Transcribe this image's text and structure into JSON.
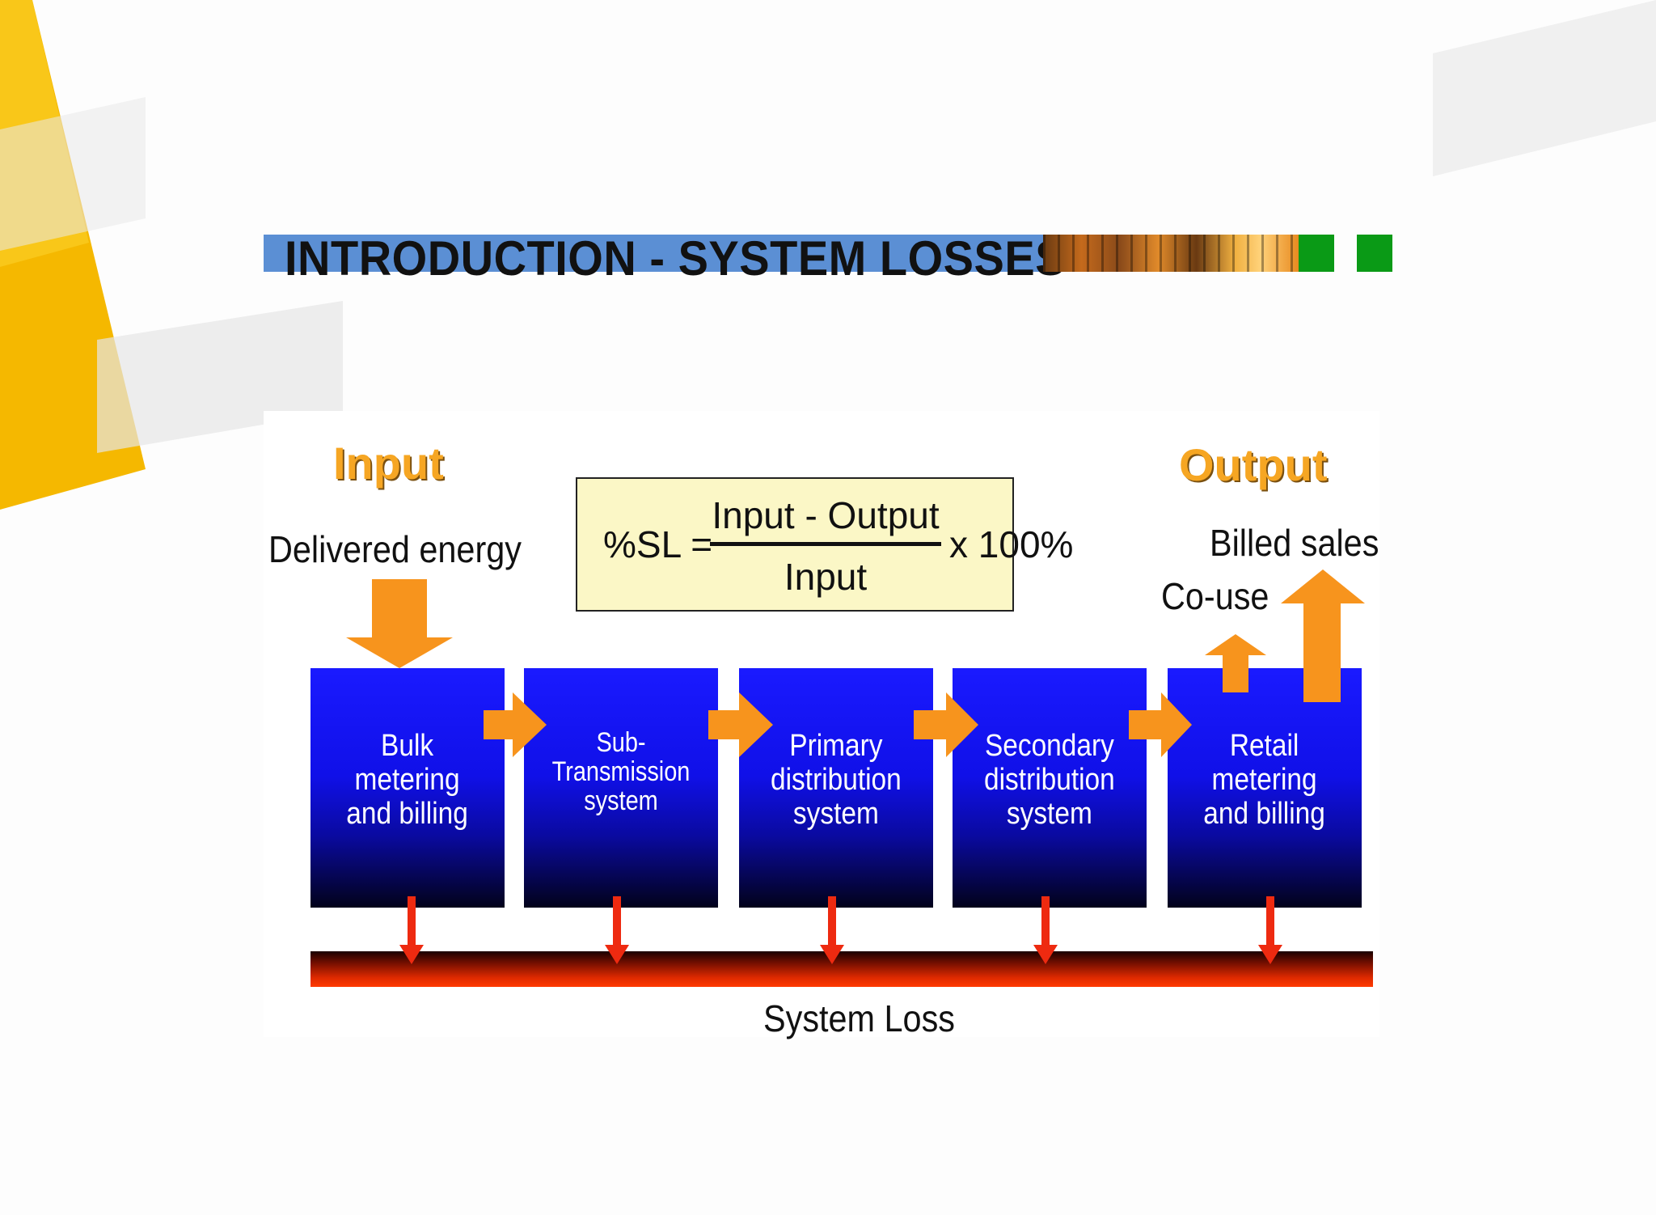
{
  "slide": {
    "title": "INTRODUCTION - SYSTEM LOSSES"
  },
  "diagram": {
    "input_label": "Input",
    "input_sublabel": "Delivered energy",
    "output_label": "Output",
    "output_billed": "Billed sales",
    "output_couse": "Co-use",
    "formula": {
      "lhs": "%SL =",
      "numerator": "Input - Output",
      "denominator": "Input",
      "rhs": "x 100%"
    },
    "stages": [
      {
        "label": "Bulk\nmetering\nand billing"
      },
      {
        "label": "Sub-Transmission\nsystem"
      },
      {
        "label": "Primary\ndistribution\nsystem"
      },
      {
        "label": "Secondary\ndistribution\nsystem"
      },
      {
        "label": "Retail\nmetering\nand billing"
      }
    ],
    "loss_label": "System Loss"
  },
  "colors": {
    "title_bar": "#5b8fd4",
    "accent_yellow": "#f6c200",
    "arrow_orange": "#f7941d",
    "stage_blue": "#1a1aff",
    "loss_red": "#ff3a00",
    "formula_box": "#fbf7c6",
    "square_green": "#0a9a16"
  }
}
